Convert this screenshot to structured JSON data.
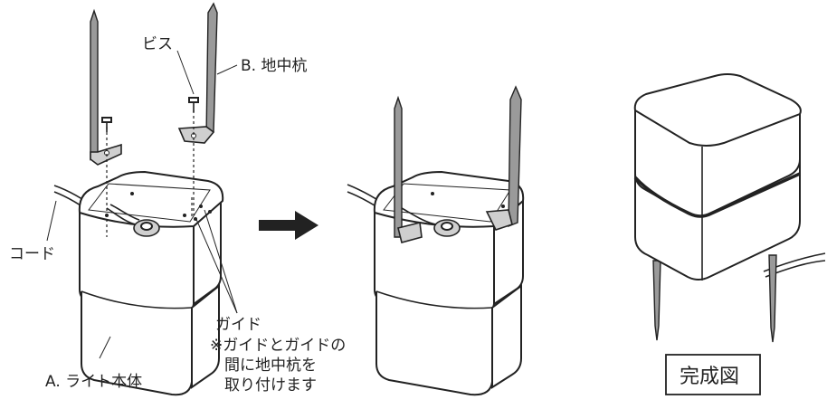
{
  "labels": {
    "screw": "ビス",
    "stake": "B. 地中杭",
    "cord": "コード",
    "guide": "ガイド",
    "note_line1": "※ガイドとガイドの",
    "note_line2": "間に地中杭を",
    "note_line3": "取り付けます",
    "light_body": "A. ライト本体",
    "completed": "完成図"
  }
}
